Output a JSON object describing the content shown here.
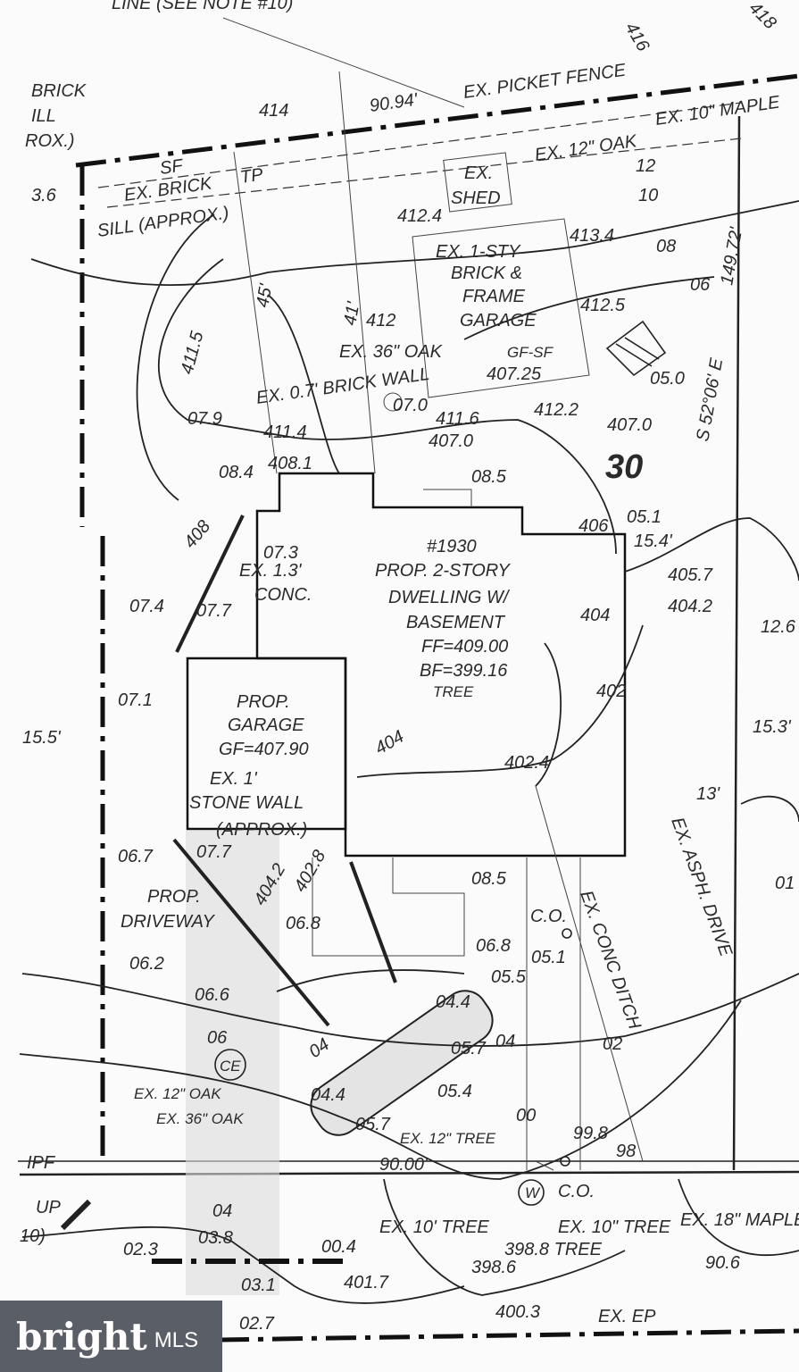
{
  "labels": {
    "note": "LINE (SEE NOTE #10)",
    "c416": "416",
    "c418": "418",
    "fence": "EX. PICKET FENCE",
    "dist_top": "90.94'",
    "c414": "414",
    "brick1": "BRICK",
    "brick2": "ILL",
    "brick3": "ROX.)",
    "v36": "3.6",
    "oak12": "EX. 12\" OAK",
    "c12": "12",
    "maple": "EX. 10\" MAPLE",
    "shed1": "EX.",
    "shed2": "SHED",
    "sill1": "EX. BRICK",
    "sill2": "SILL (APPROX.)",
    "e4124": "412.4",
    "e4134": "413.4",
    "c10": "10",
    "c08": "08",
    "c06": "06",
    "dist_right": "149.72'",
    "gar1": "EX. 1-STY",
    "gar2": "BRICK &",
    "gar3": "FRAME",
    "gar4": "GARAGE",
    "d45": "45'",
    "d41": "41'",
    "c412": "412",
    "e4125": "412.5",
    "e4115": "411.5",
    "wall": "EX. 0.7' BRICK WALL",
    "oak36": "EX. 36\" OAK",
    "e070": "07.0",
    "e40725": "407.25",
    "gfsf": "GF-SF",
    "e4116": "411.6",
    "e4114": "411.4",
    "e4070a": "407.0",
    "e4122": "412.2",
    "e4070b": "407.0",
    "e050": "05.0",
    "bearing": "S 52°06' E",
    "lot": "30",
    "e079": "07.9",
    "e084": "08.4",
    "e4081": "408.1",
    "e085": "08.5",
    "c408": "408",
    "e073": "07.3",
    "conc1": "EX. 1.3'",
    "conc2": "CONC.",
    "h1": "#1930",
    "h2": "PROP. 2-STORY",
    "h3": "DWELLING W/",
    "h4": "BASEMENT",
    "h5": "FF=409.00",
    "h6": "BF=399.16",
    "tree": "TREE",
    "c406": "406",
    "e051": "05.1",
    "d154": "15.4'",
    "e4057": "405.7",
    "e4042": "404.2",
    "c404": "404",
    "d126": "12.6",
    "e074": "07.4",
    "e077": "07.7",
    "e071": "07.1",
    "d155": "15.5'",
    "pg1": "PROP.",
    "pg2": "GARAGE",
    "pg3": "GF=407.90",
    "sw1": "EX. 1'",
    "sw2": "STONE WALL",
    "sw3": "(APPROX.)",
    "c402": "402",
    "c404b": "404",
    "e4024": "402.4",
    "d153": "15.3'",
    "d13": "13'",
    "asph": "EX. ASPH. DRIVE",
    "e067": "06.7",
    "e077b": "07.7",
    "pd1": "PROP.",
    "pd2": "DRIVEWAY",
    "e4042b": "404.2",
    "e4028": "402.8",
    "e068": "06.8",
    "e085b": "08.5",
    "co1": "C.O.",
    "e068b": "06.8",
    "e051b": "05.1",
    "e055": "05.5",
    "ditch": "EX. CONC DITCH",
    "e062": "06.2",
    "e066": "06.6",
    "c06b": "06",
    "ce": "CE",
    "c04": "04",
    "e044": "04.4",
    "e057": "05.7",
    "c04b": "04",
    "e054": "05.4",
    "e044b": "04.4",
    "c02": "02",
    "c01": "01",
    "oak2": "EX. 12\" OAK",
    "oak3": "EX. 36\" OAK",
    "e057b": "05.7",
    "c00": "00",
    "tree12": "EX. 12\" TREE",
    "e998": "99.8",
    "c98": "98",
    "d9000": "90.00'",
    "ipf": "IPF",
    "co2": "C.O.",
    "w": "W",
    "up": "UP",
    "u10": "10)",
    "e023": "02.3",
    "e038": "03.8",
    "c04c": "04",
    "e004": "00.4",
    "e4017": "401.7",
    "e031": "03.1",
    "tree10a": "EX. 10' TREE",
    "tree3988": "398.8 TREE",
    "e3986": "398.6",
    "tree10b": "EX. 10\" TREE",
    "maple18": "EX. 18\" MAPLE",
    "e906": "90.6",
    "e027": "02.7",
    "e4003": "400.3",
    "ep": "EX. EP",
    "sf": "SF",
    "tp": "TP"
  },
  "logo": {
    "word": "bright",
    "suffix": "MLS",
    "color": "#5a5e66",
    "accent": "#e0452b"
  }
}
